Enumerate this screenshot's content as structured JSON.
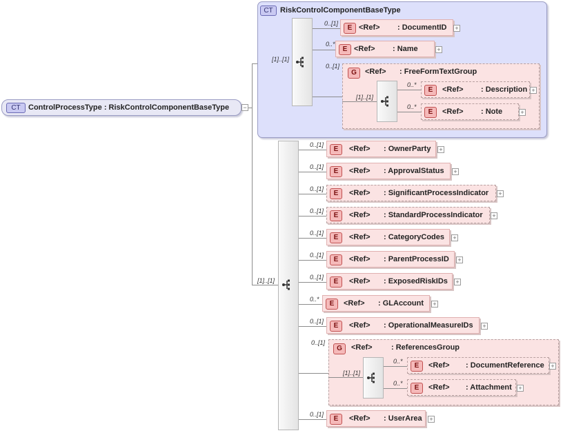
{
  "root": {
    "badge": "CT",
    "label": "ControlProcessType : RiskControlComponentBaseType"
  },
  "base": {
    "badge": "CT",
    "label": "RiskControlComponentBaseType",
    "seq_occurrence": "[1]..[1]"
  },
  "base_items": [
    {
      "occ": "0..[1]",
      "ref": "<Ref>",
      "name": ": DocumentID"
    },
    {
      "occ": "0..*",
      "ref": "<Ref>",
      "name": ": Name"
    }
  ],
  "free_form_group": {
    "occ": "0..[1]",
    "badge": "G",
    "ref": "<Ref>",
    "name": ": FreeFormTextGroup",
    "seq_occurrence": "[1]..[1]",
    "items": [
      {
        "occ": "0..*",
        "ref": "<Ref>",
        "name": ": Description"
      },
      {
        "occ": "0..*",
        "ref": "<Ref>",
        "name": ": Note"
      }
    ]
  },
  "main_seq_occurrence": "[1]..[1]",
  "elements": [
    {
      "occ": "0..[1]",
      "ref": "<Ref>",
      "name": ": OwnerParty"
    },
    {
      "occ": "0..[1]",
      "ref": "<Ref>",
      "name": ": ApprovalStatus"
    },
    {
      "occ": "0..[1]",
      "ref": "<Ref>",
      "name": ": SignificantProcessIndicator"
    },
    {
      "occ": "0..[1]",
      "ref": "<Ref>",
      "name": ": StandardProcessIndicator"
    },
    {
      "occ": "0..[1]",
      "ref": "<Ref>",
      "name": ": CategoryCodes"
    },
    {
      "occ": "0..[1]",
      "ref": "<Ref>",
      "name": ": ParentProcessID"
    },
    {
      "occ": "0..[1]",
      "ref": "<Ref>",
      "name": ": ExposedRiskIDs"
    },
    {
      "occ": "0..*",
      "ref": "<Ref>",
      "name": ": GLAccount"
    },
    {
      "occ": "0..[1]",
      "ref": "<Ref>",
      "name": ": OperationalMeasureIDs"
    }
  ],
  "references_group": {
    "occ": "0..[1]",
    "badge": "G",
    "ref": "<Ref>",
    "name": ": ReferencesGroup",
    "seq_occurrence": "[1]..[1]",
    "items": [
      {
        "occ": "0..*",
        "ref": "<Ref>",
        "name": ": DocumentReference"
      },
      {
        "occ": "0..*",
        "ref": "<Ref>",
        "name": ": Attachment"
      }
    ]
  },
  "user_area": {
    "occ": "0..[1]",
    "ref": "<Ref>",
    "name": ": UserArea"
  },
  "element_badge": "E",
  "colors": {
    "ct_fill": "#dde0fb",
    "element_fill": "#fbe3e3",
    "badge_e": "#f5b9b9"
  }
}
